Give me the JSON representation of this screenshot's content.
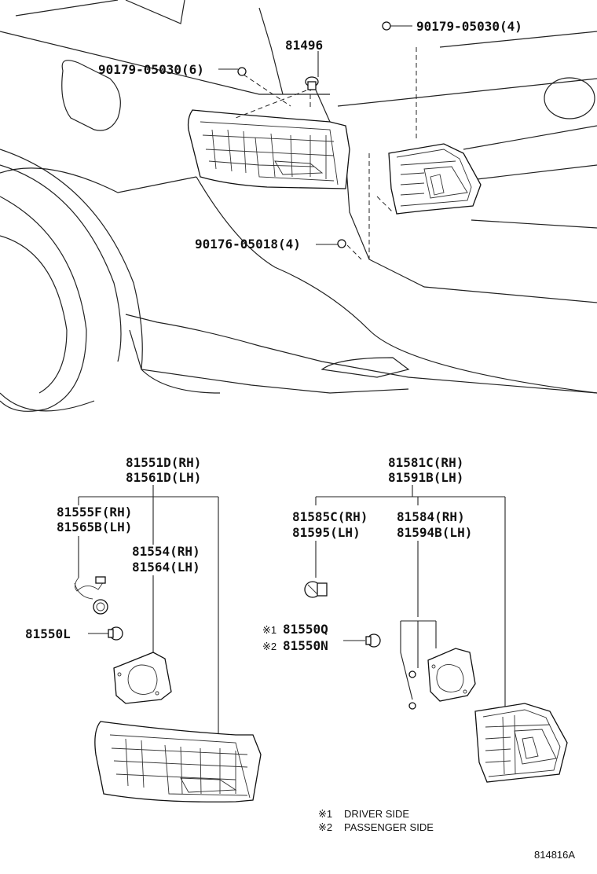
{
  "top_callouts": {
    "bolt_upper_right": "90179-05030(4)",
    "grommet": "81496",
    "bolt_upper_left": "90179-05030(6)",
    "nut_lower": "90176-05018(4)"
  },
  "left_assembly": {
    "lamp_rh": "81551D(RH)",
    "lamp_lh": "81561D(LH)",
    "socket_rh": "81555F(RH)",
    "socket_lh": "81565B(LH)",
    "gasket_rh": "81554(RH)",
    "gasket_lh": "81564(LH)",
    "bulb": "81550L"
  },
  "right_assembly": {
    "lamp_rh": "81581C(RH)",
    "lamp_lh": "81591B(LH)",
    "socket_rh": "81585C(RH)",
    "socket_lh": "81595(LH)",
    "gasket_rh": "81584(RH)",
    "gasket_lh": "81594B(LH)",
    "bulb_1_mark": "※1",
    "bulb_1": "81550Q",
    "bulb_2_mark": "※2",
    "bulb_2": "81550N"
  },
  "legend": {
    "note_1_mark": "※1",
    "note_1_text": "DRIVER SIDE",
    "note_2_mark": "※2",
    "note_2_text": "PASSENGER SIDE"
  },
  "diagram_ref": "814816A"
}
